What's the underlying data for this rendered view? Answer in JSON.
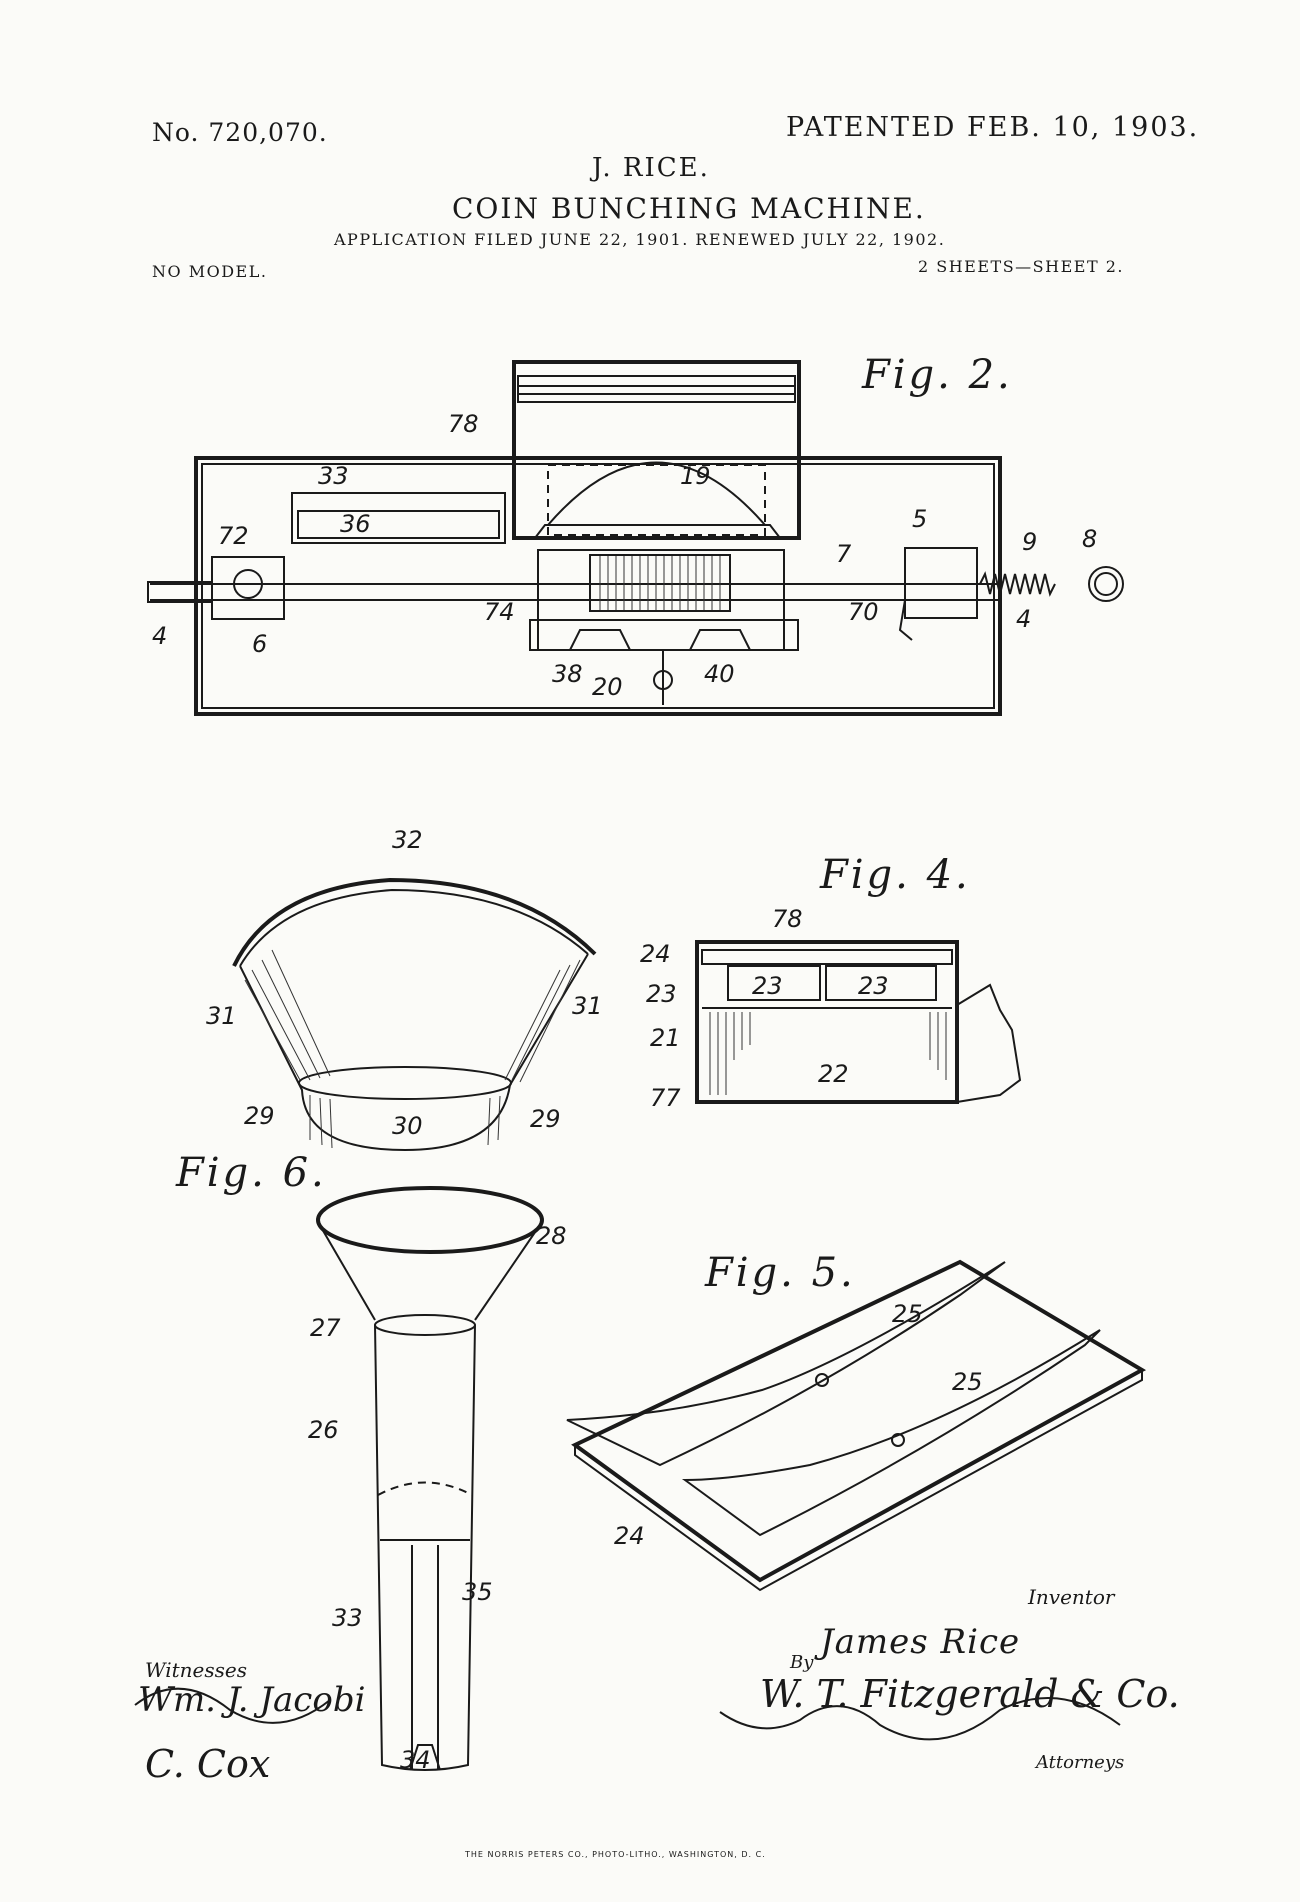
{
  "header": {
    "patent_number": "No. 720,070.",
    "patented_date": "PATENTED FEB. 10, 1903.",
    "inventor_name": "J. RICE.",
    "title": "COIN BUNCHING MACHINE.",
    "application_line": "APPLICATION FILED JUNE 22, 1901. RENEWED JULY 22, 1902.",
    "model_note": "NO MODEL.",
    "sheet_note": "2 SHEETS—SHEET 2."
  },
  "figures": {
    "fig2": {
      "label": "Fig. 2.",
      "refs": [
        "78",
        "33",
        "19",
        "36",
        "5",
        "9",
        "8",
        "72",
        "7",
        "4",
        "6",
        "74",
        "70",
        "4",
        "38",
        "20",
        "40"
      ]
    },
    "fig4": {
      "label": "Fig. 4.",
      "refs": [
        "78",
        "24",
        "23",
        "23",
        "23",
        "21",
        "22",
        "77"
      ]
    },
    "fig3": {
      "refs": [
        "32",
        "31",
        "31",
        "29",
        "30",
        "29"
      ]
    },
    "fig6": {
      "label": "Fig. 6.",
      "refs": [
        "28",
        "27",
        "26",
        "35",
        "33",
        "34"
      ]
    },
    "fig5": {
      "label": "Fig. 5.",
      "refs": [
        "25",
        "25",
        "24"
      ]
    }
  },
  "signatures": {
    "inventor_label": "Inventor",
    "inventor_signature": "James Rice",
    "witnesses_label": "Witnesses",
    "witness_1": "Wm. J. Jacobi",
    "witness_2": "C. Cox",
    "by_label": "By",
    "attorney_signature": "W. T. Fitzgerald & Co.",
    "attorneys_label": "Attorneys"
  },
  "footer": {
    "printer": "THE NORRIS PETERS CO., PHOTO-LITHO., WASHINGTON, D. C."
  }
}
